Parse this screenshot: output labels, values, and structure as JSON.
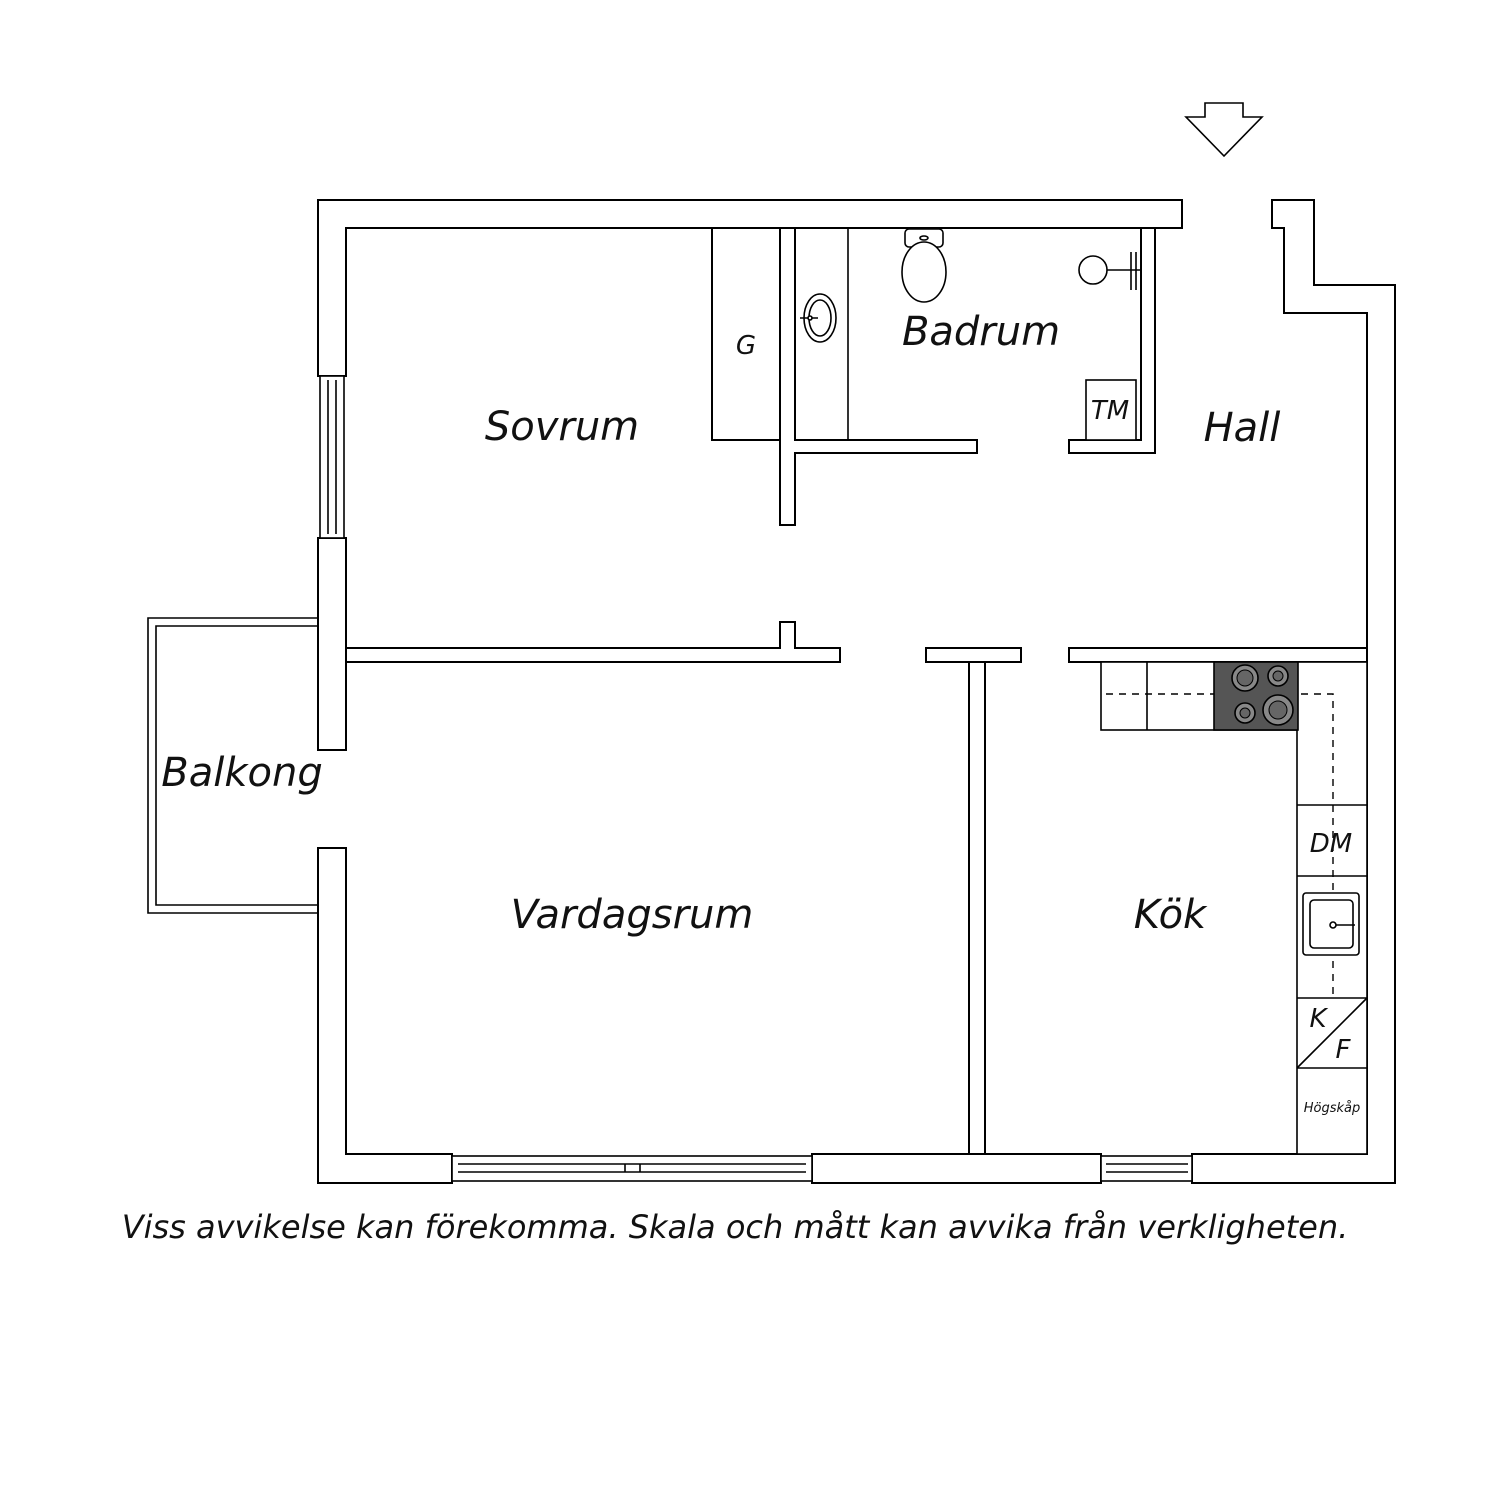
{
  "rooms": {
    "sovrum": "Sovrum",
    "badrum": "Badrum",
    "hall": "Hall",
    "balkong": "Balkong",
    "vardagsrum": "Vardagsrum",
    "kok": "Kök"
  },
  "fixtures": {
    "g": "G",
    "tm": "TM",
    "dm": "DM",
    "k": "K",
    "f": "F",
    "hogskap": "Högskåp"
  },
  "disclaimer": "Viss avvikelse kan förekomma. Skala och mått kan avvika från verkligheten.",
  "colors": {
    "wall_stroke": "#000000",
    "background": "#ffffff",
    "stove": "#555555"
  },
  "icons": [
    "entrance-arrow-icon",
    "toilet-icon",
    "sink-icon",
    "shower-icon",
    "stove-icon",
    "kitchen-sink-icon",
    "window-icon"
  ]
}
